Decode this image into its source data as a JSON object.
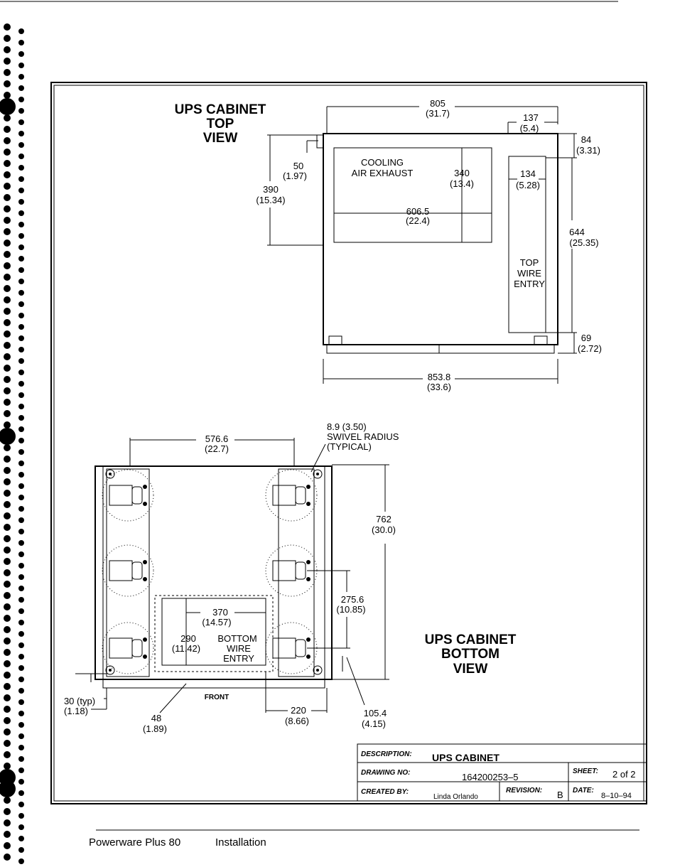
{
  "top_view": {
    "title": [
      "UPS CABINET",
      "TOP",
      "VIEW"
    ],
    "cooling_label": [
      "COOLING",
      "AIR EXHAUST"
    ],
    "wire_label": [
      "TOP",
      "WIRE",
      "ENTRY"
    ],
    "dims": {
      "width": [
        "805",
        "(31.7)"
      ],
      "right_offset": [
        "137",
        "(5.4)"
      ],
      "top_right": [
        "84",
        "(3.31)"
      ],
      "left_offset": [
        "50",
        "(1.97)"
      ],
      "cooling_height": [
        "340",
        "(13.4)"
      ],
      "wire_width": [
        "134",
        "(5.28)"
      ],
      "depth": [
        "390",
        "(15.34)"
      ],
      "cooling_width": [
        "606.5",
        "(22.4)"
      ],
      "wire_length": [
        "644",
        "(25.35)"
      ],
      "bottom_right": [
        "69",
        "(2.72)"
      ],
      "base_width": [
        "853.8",
        "(33.6)"
      ]
    }
  },
  "bottom_view": {
    "title": [
      "UPS CABINET",
      "BOTTOM",
      "VIEW"
    ],
    "wire_label": [
      "BOTTOM",
      "WIRE",
      "ENTRY"
    ],
    "front_label": "FRONT",
    "dims": {
      "caster_span": [
        "576.6",
        "(22.7)"
      ],
      "swivel": [
        "8.9 (3.50)",
        "SWIVEL RADIUS",
        "(TYPICAL)"
      ],
      "depth": [
        "762",
        "(30.0)"
      ],
      "caster_spacing": [
        "275.6",
        "(10.85)"
      ],
      "entry_width": [
        "370",
        "(14.57)"
      ],
      "entry_height": [
        "290",
        "(11.42)"
      ],
      "edge_offset": [
        "30 (typ)",
        "(1.18)"
      ],
      "front_offset": [
        "48",
        "(1.89)"
      ],
      "right_offset": [
        "220",
        "(8.66)"
      ],
      "rear_offset": [
        "105.4",
        "(4.15)"
      ]
    }
  },
  "title_block": {
    "description_label": "DESCRIPTION:",
    "description_value": "UPS CABINET",
    "drawing_no_label": "DRAWING NO:",
    "drawing_no_value": "164200253–5",
    "sheet_label": "SHEET:",
    "sheet_value": "2 of 2",
    "created_by_label": "CREATED BY:",
    "created_by_value": "Linda Orlando",
    "revision_label": "REVISION:",
    "revision_value": "B",
    "date_label": "DATE:",
    "date_value": "8–10–94"
  },
  "footer": {
    "product": "Powerware Plus 80",
    "section": "Installation"
  }
}
